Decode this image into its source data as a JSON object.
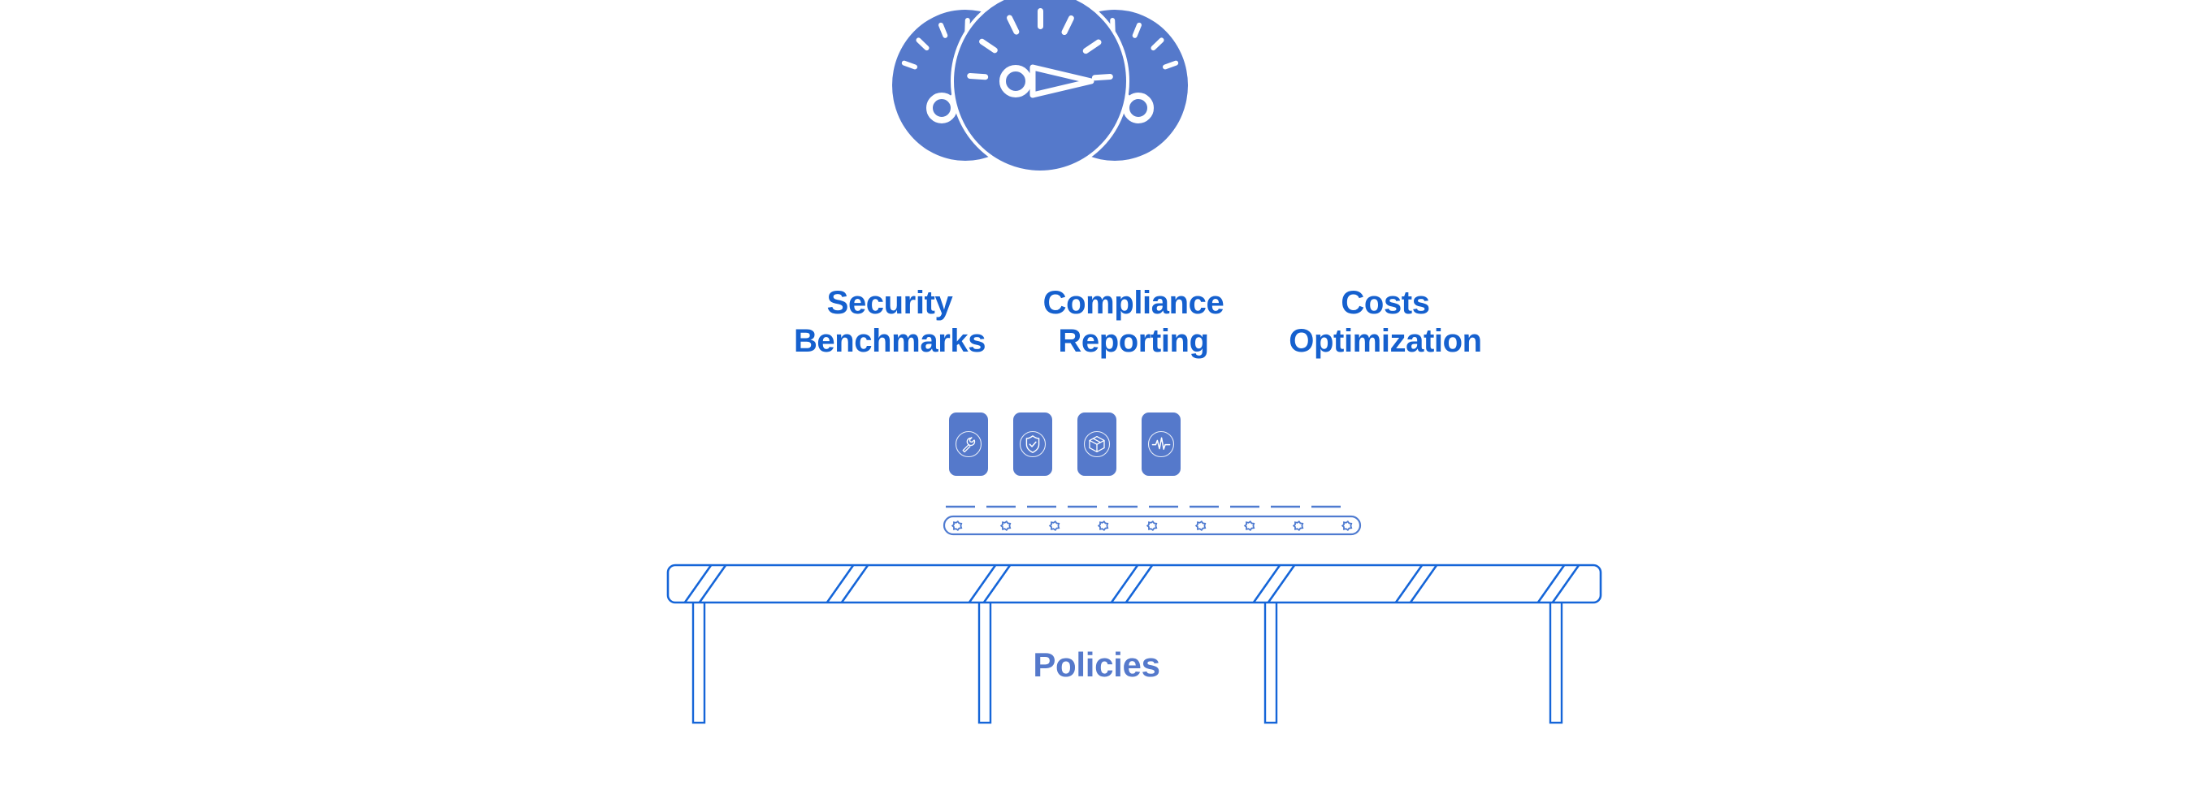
{
  "figure": {
    "title_concepts": [
      "Security Benchmarks",
      "Compliance Reporting",
      "Costs Optimization",
      "Policies"
    ],
    "background_color": "#ffffff"
  },
  "colors": {
    "gauge_fill": "#5579cb",
    "gauge_detail": "#ffffff",
    "heading_text": "#1560ce",
    "card_fill": "#5579cb",
    "card_icon": "#ffffff",
    "line_blue": "#1565d8",
    "conveyor_blue": "#4f7bd0",
    "policies_text": "#5579cb"
  },
  "gauges": [
    {
      "name": "security-gauge",
      "needle_angle_deg": -45,
      "hub_position": "lower-left",
      "ticks": 6,
      "size": "small"
    },
    {
      "name": "compliance-gauge",
      "needle_angle_deg": 0,
      "hub_position": "center",
      "ticks": 7,
      "size": "large"
    },
    {
      "name": "costs-gauge",
      "needle_angle_deg": -135,
      "hub_position": "lower-right",
      "ticks": 6,
      "size": "small"
    }
  ],
  "labels": [
    {
      "line1": "Security",
      "line2": "Benchmarks"
    },
    {
      "line1": "Compliance",
      "line2": "Reporting"
    },
    {
      "line1": "Costs",
      "line2": "Optimization"
    }
  ],
  "cards": [
    {
      "icon": "wrench-icon",
      "label": "wrench"
    },
    {
      "icon": "shield-check-icon",
      "label": "shield-check"
    },
    {
      "icon": "box-cube-icon",
      "label": "box-cube"
    },
    {
      "icon": "pulse-activity-icon",
      "label": "pulse-activity"
    }
  ],
  "conveyor": {
    "dash_segments": 10,
    "rollers": 9
  },
  "table": {
    "label": "Policies",
    "legs": 4,
    "hatch_pairs": 6
  }
}
